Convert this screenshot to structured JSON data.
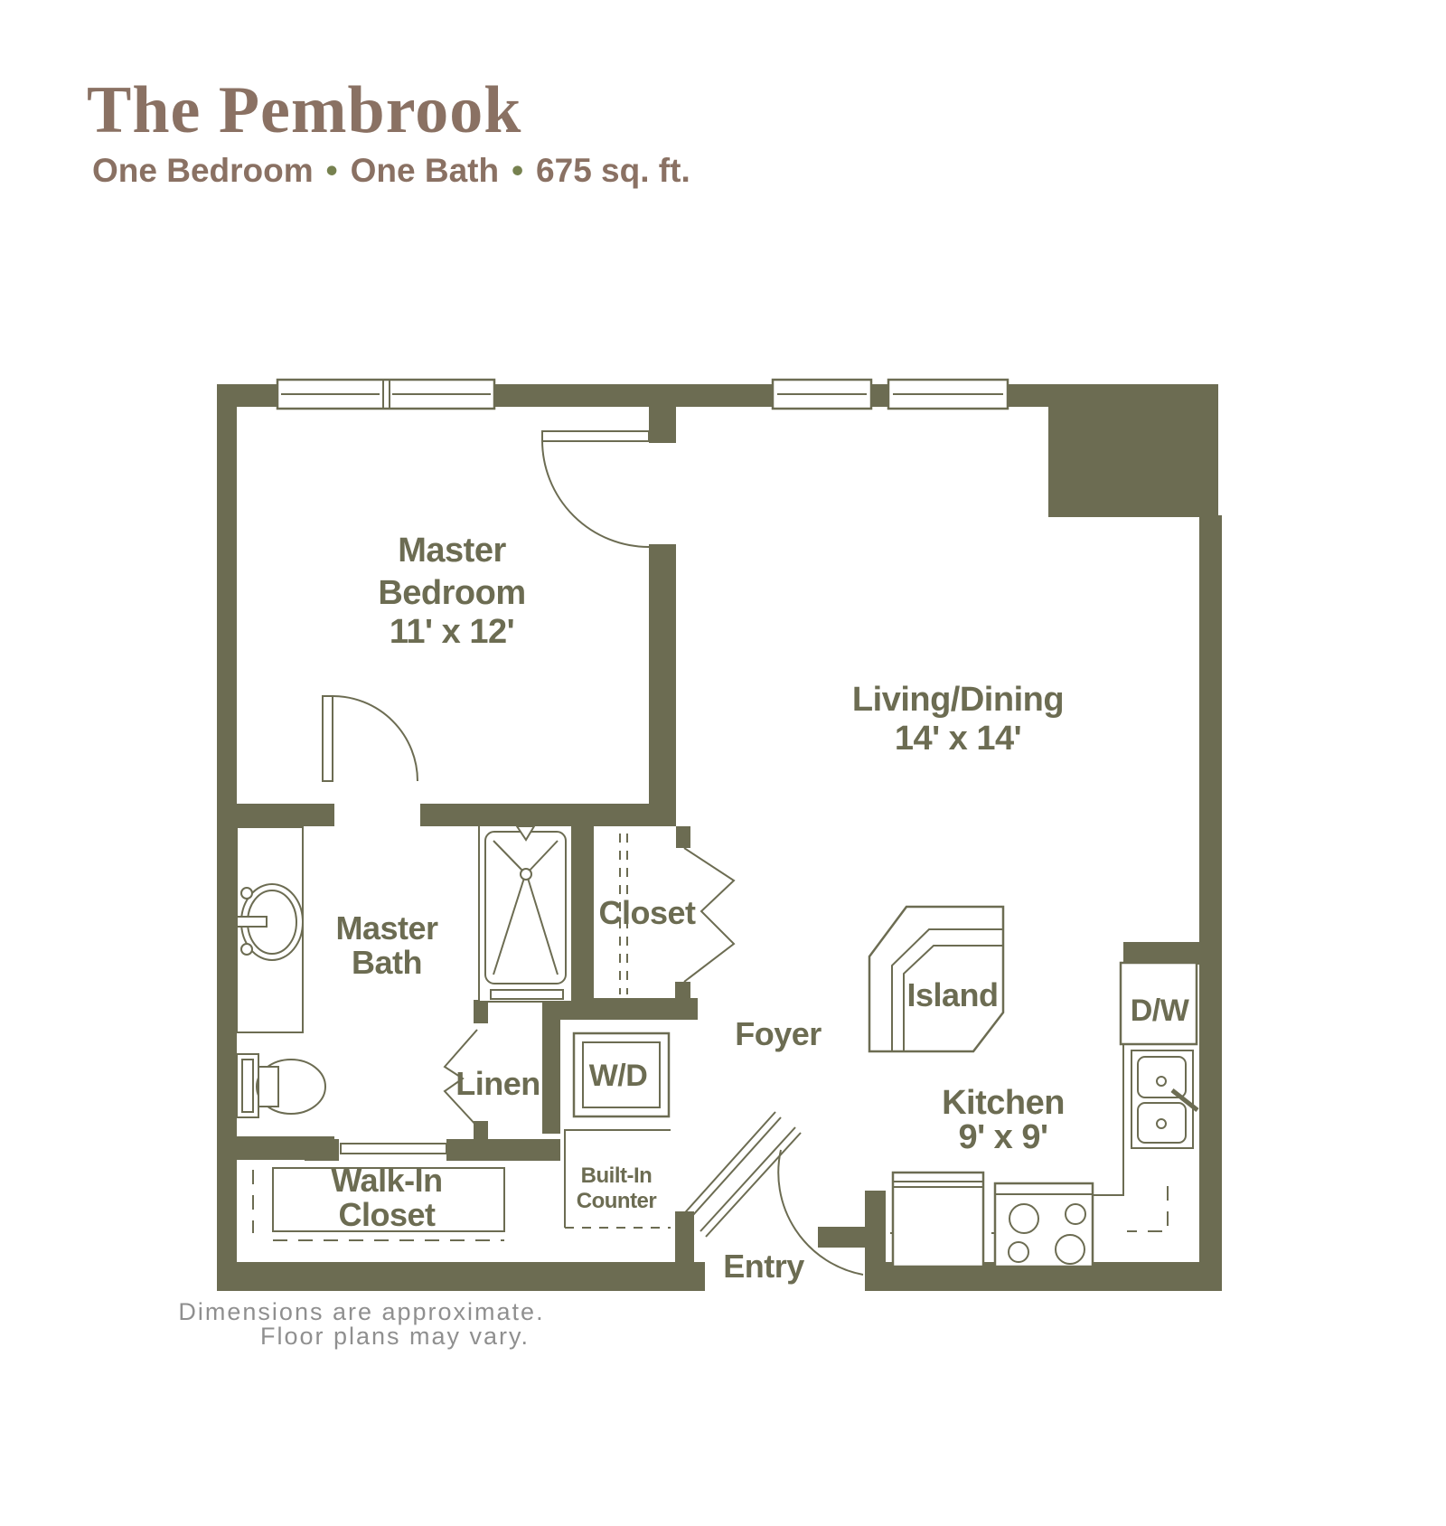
{
  "title": "The Pembrook",
  "subtitle": {
    "parts": [
      "One Bedroom",
      "One Bath",
      "675 sq. ft."
    ],
    "separator": "•"
  },
  "colors": {
    "wall": "#6c6c52",
    "label": "#6c6c52",
    "title": "#8a7163",
    "bullet": "#76814f",
    "disclaimer": "#8f8f8f",
    "bg": "#ffffff"
  },
  "rooms": {
    "master_bedroom": {
      "name_line1": "Master",
      "name_line2": "Bedroom",
      "dims": "11' x 12'"
    },
    "living_dining": {
      "name": "Living/Dining",
      "dims": "14' x 14'"
    },
    "master_bath": {
      "name_line1": "Master",
      "name_line2": "Bath"
    },
    "kitchen": {
      "name": "Kitchen",
      "dims": "9' x 9'"
    },
    "walk_in_closet": {
      "name_line1": "Walk-In",
      "name_line2": "Closet"
    },
    "closet": {
      "name": "Closet"
    },
    "linen": {
      "name": "Linen"
    },
    "foyer": {
      "name": "Foyer"
    },
    "entry": {
      "name": "Entry"
    },
    "island": {
      "name": "Island"
    },
    "washer_dryer": {
      "name": "W/D"
    },
    "dishwasher": {
      "name": "D/W"
    },
    "built_in_counter": {
      "name_line1": "Built-In",
      "name_line2": "Counter"
    }
  },
  "disclaimer": {
    "line1": "Dimensions are approximate.",
    "line2": "Floor plans may vary."
  }
}
